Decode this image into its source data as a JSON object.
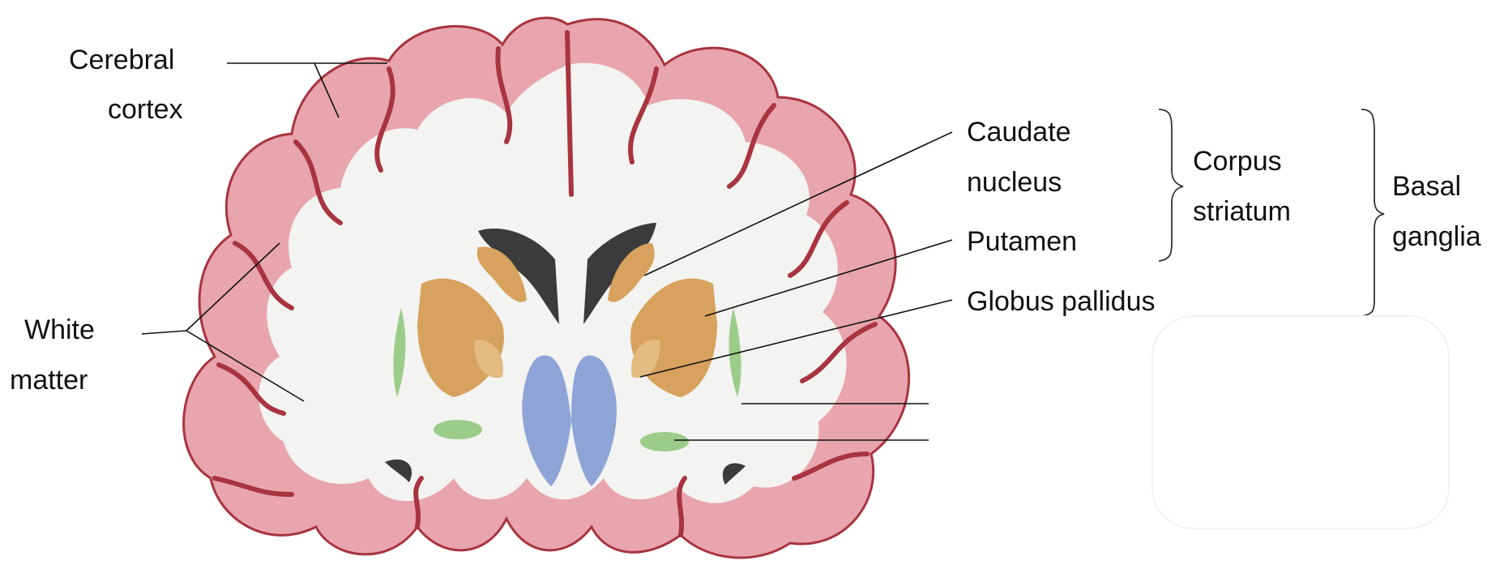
{
  "labels": {
    "cerebral_cortex": [
      "Cerebral",
      "cortex"
    ],
    "white_matter": [
      "White",
      "matter"
    ],
    "caudate_nucleus": [
      "Caudate",
      "nucleus"
    ],
    "putamen": "Putamen",
    "globus_pallidus": "Globus pallidus",
    "corpus_striatum": [
      "Corpus",
      "striatum"
    ],
    "basal_ganglia": [
      "Basal",
      "ganglia"
    ]
  },
  "colors": {
    "cortex": "#e8a5ad",
    "cortex_dark": "#a8343f",
    "white_matter": "#f3f3f1",
    "ventricle": "#3b3b3b",
    "striatum": "#d7a25d",
    "claustrum_green": "#9ccc8a",
    "thalamus_blue": "#8fa4d6"
  }
}
